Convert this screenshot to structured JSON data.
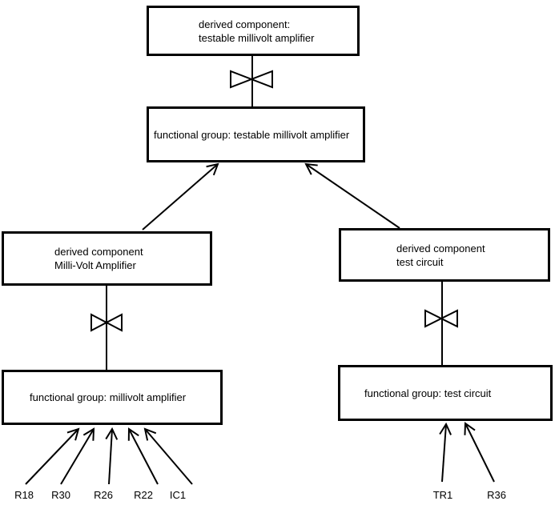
{
  "colors": {
    "background": "#ffffff",
    "line": "#000000"
  },
  "nodes": {
    "derived_testable": {
      "line1": "derived component:",
      "line2": "testable millivolt amplifier"
    },
    "fg_testable": {
      "label": "functional group: testable millivolt amplifier"
    },
    "derived_mva": {
      "line1": "derived component",
      "line2": "Milli-Volt Amplifier"
    },
    "derived_test": {
      "line1": "derived component",
      "line2": "test circuit"
    },
    "fg_mva": {
      "label": "functional group: millivolt amplifier"
    },
    "fg_test": {
      "label": "functional group: test circuit"
    }
  },
  "components": {
    "left": [
      "R18",
      "R30",
      "R26",
      "R22",
      "IC1"
    ],
    "right": [
      "TR1",
      "R36"
    ]
  }
}
